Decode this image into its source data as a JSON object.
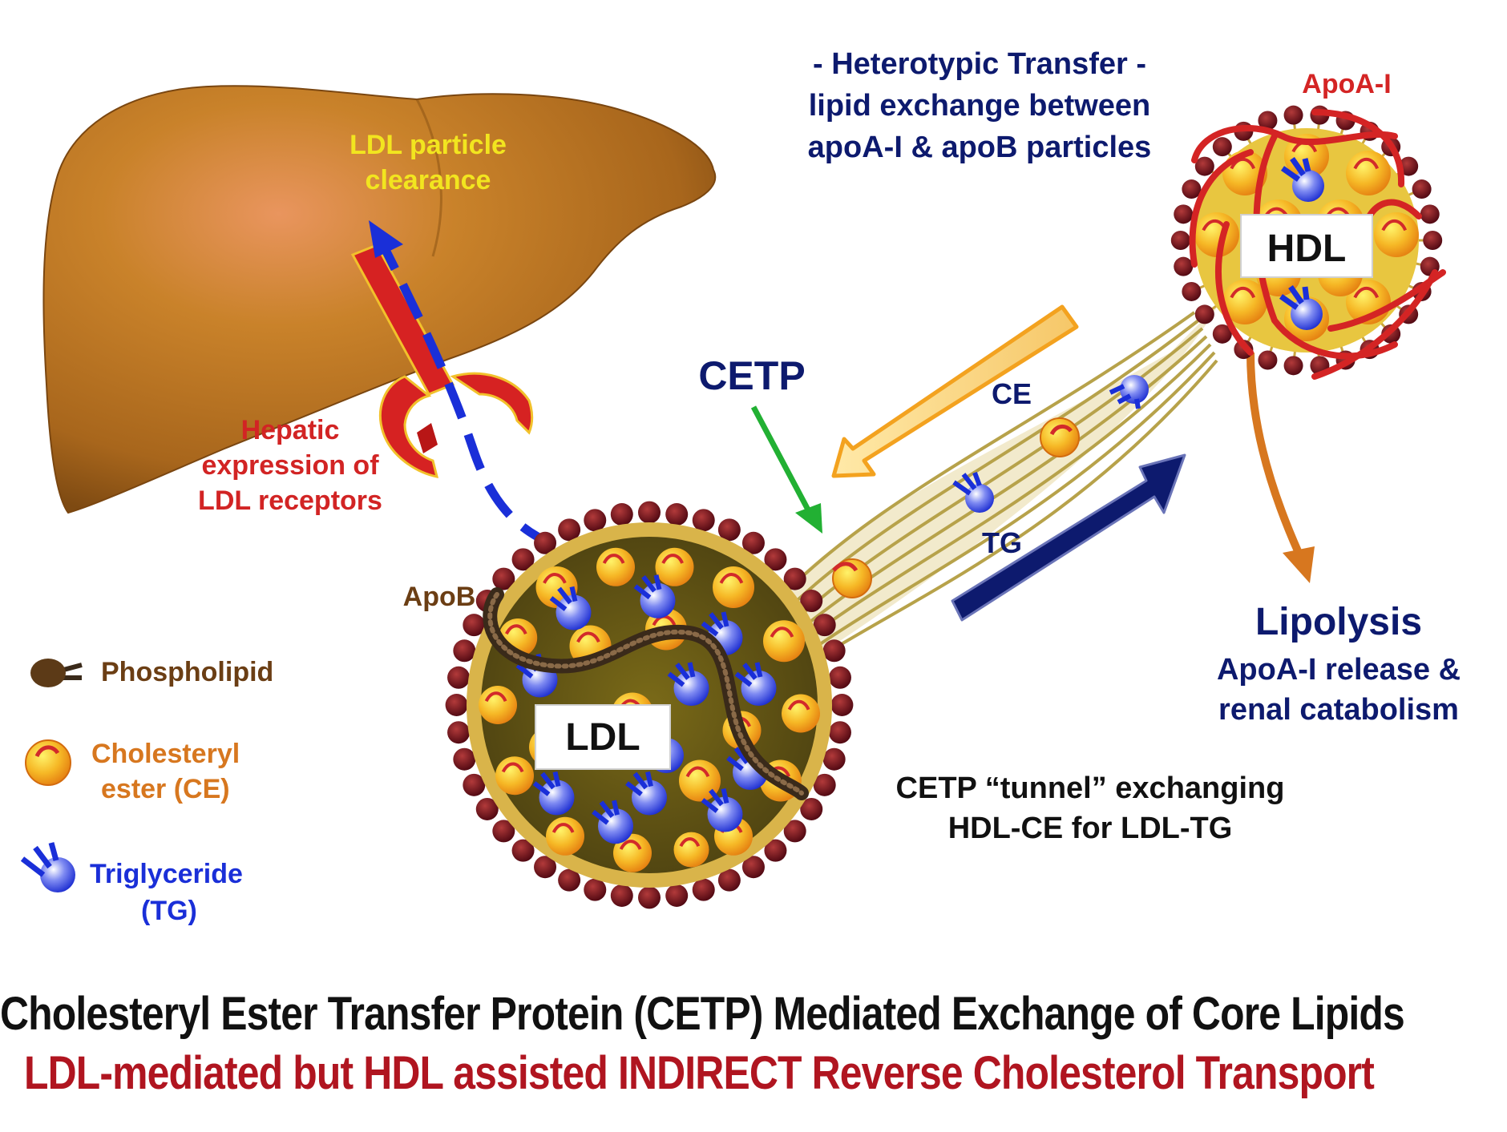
{
  "colors": {
    "liver": "#b8741e",
    "receptor_red": "#d22424",
    "navy": "#0d1a6e",
    "blue": "#1a2fd8",
    "green": "#22b033",
    "orange_arrow": "#d7771f",
    "yellow_label": "#f2e51f",
    "apob_brown": "#6b3e14",
    "phospholipid_head": "#6b0f18",
    "title_red": "#b01520"
  },
  "labels": {
    "ldl_clearance_1": "LDL particle",
    "ldl_clearance_2": "clearance",
    "hepatic_1": "Hepatic",
    "hepatic_2": "expression of",
    "hepatic_3": "LDL receptors",
    "heterotypic_1": "- Heterotypic Transfer -",
    "heterotypic_2": "lipid exchange between",
    "heterotypic_3": "apoA-I & apoB particles",
    "apoai": "ApoA-I",
    "hdl": "HDL",
    "ldl": "LDL",
    "cetp": "CETP",
    "ce": "CE",
    "tg": "TG",
    "apob": "ApoB",
    "lipolysis": "Lipolysis",
    "lipolysis_sub_1": "ApoA-I release &",
    "lipolysis_sub_2": "renal catabolism",
    "tunnel_1": "CETP “tunnel” exchanging",
    "tunnel_2": "HDL-CE for LDL-TG"
  },
  "legend": {
    "phospholipid": "Phospholipid",
    "cholesteryl_1": "Cholesteryl",
    "cholesteryl_2": "ester (CE)",
    "triglyceride_1": "Triglyceride",
    "triglyceride_2": "(TG)"
  },
  "titles": {
    "line1": "Cholesteryl Ester Transfer Protein (CETP) Mediated Exchange of Core Lipids",
    "line2": "LDL-mediated but HDL assisted INDIRECT Reverse Cholesterol Transport"
  }
}
